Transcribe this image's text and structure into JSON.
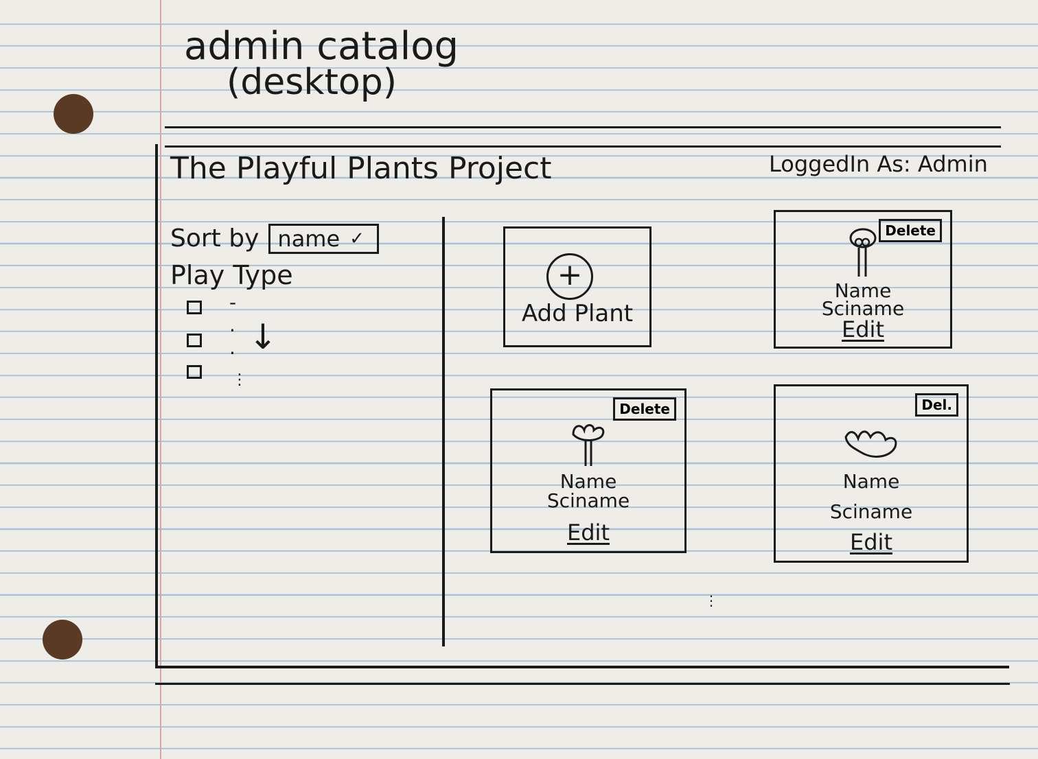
{
  "page": {
    "heading_line1": "admin catalog",
    "heading_line2": "(desktop)"
  },
  "header": {
    "site_title": "The Playful Plants Project",
    "login_status": "LoggedIn As: Admin"
  },
  "sidebar": {
    "sort_label": "Sort by",
    "sort_value": "name",
    "filter_title": "Play Type",
    "filter_placeholder": "- . .",
    "more_indicator": "↓",
    "vertical_ellipsis": "⋮"
  },
  "catalog": {
    "add_card": {
      "icon": "plus-icon",
      "label": "Add Plant"
    },
    "cards": [
      {
        "name": "Name",
        "sci_name": "Sciname",
        "edit_label": "Edit",
        "delete_label": "Delete",
        "icon": "flower-icon"
      },
      {
        "name": "Name",
        "sci_name": "Sciname",
        "edit_label": "Edit",
        "delete_label": "Delete",
        "icon": "sprout-icon"
      },
      {
        "name": "Name",
        "sci_name": "Sciname",
        "edit_label": "Edit",
        "delete_label": "Del.",
        "icon": "leaf-icon"
      }
    ],
    "more_indicator": "⋮"
  }
}
